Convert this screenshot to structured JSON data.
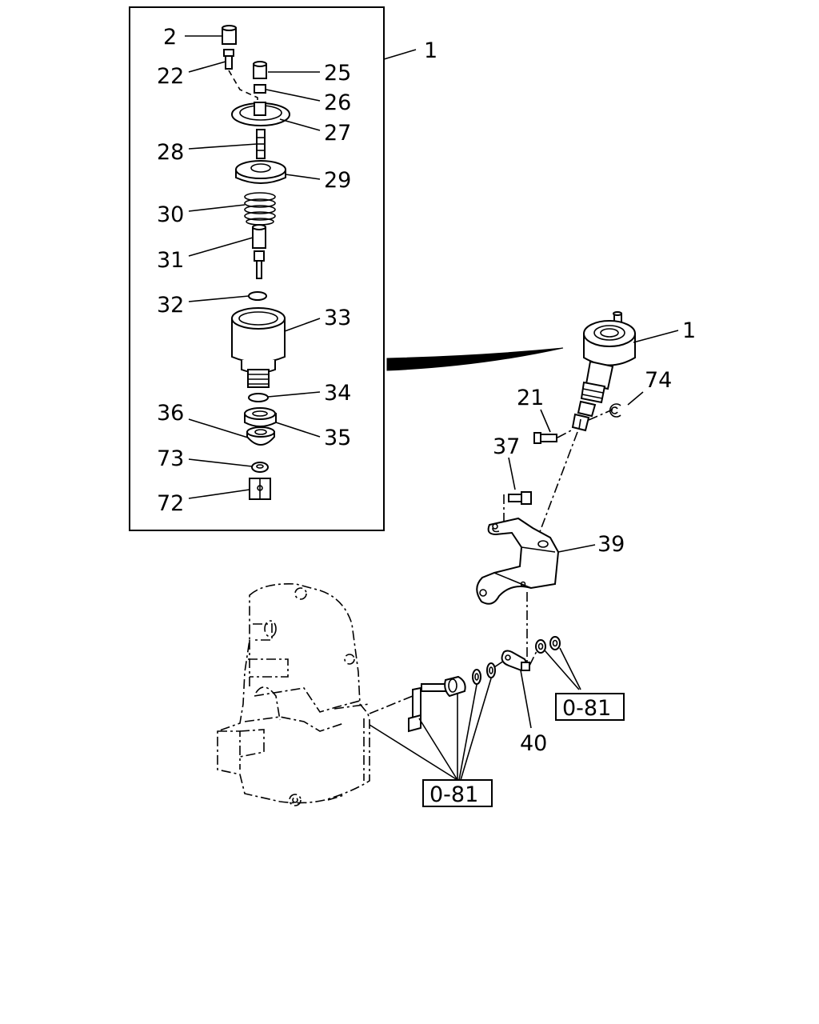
{
  "callouts": {
    "c2": "2",
    "c22": "22",
    "c25": "25",
    "c26": "26",
    "c27": "27",
    "c28": "28",
    "c29": "29",
    "c30": "30",
    "c31": "31",
    "c32": "32",
    "c33": "33",
    "c34": "34",
    "c35": "35",
    "c36": "36",
    "c73": "73",
    "c72": "72",
    "c1_inset": "1",
    "c1_main": "1",
    "c74": "74",
    "c21": "21",
    "c37": "37",
    "c39": "39",
    "c40": "40"
  },
  "refs": {
    "ref_right": "0-81",
    "ref_bottom": "0-81"
  }
}
